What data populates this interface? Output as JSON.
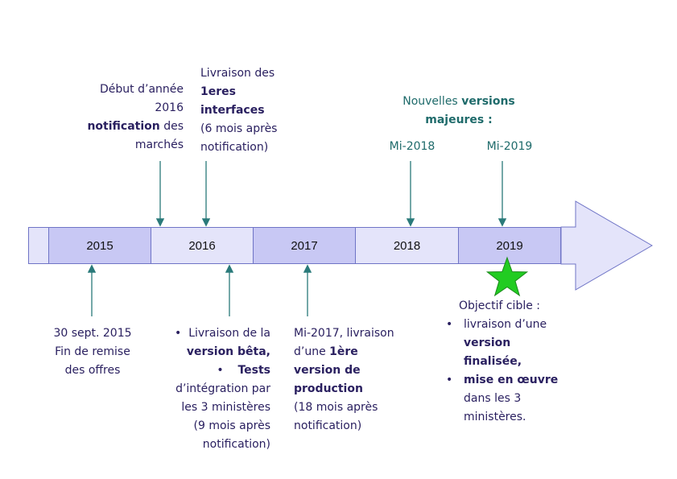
{
  "timeline": {
    "years": [
      "2015",
      "2016",
      "2017",
      "2018",
      "2019"
    ]
  },
  "top": {
    "debut": {
      "l1": "Début d’année",
      "l2": "2016",
      "l3_bold": "notification",
      "l3_rest": " des",
      "l4": "marchés"
    },
    "livraison": {
      "l1": "Livraison des",
      "l2": "1eres",
      "l3": "interfaces",
      "l4": "(6 mois après",
      "l5": "notification)"
    },
    "nouvelles": {
      "l1_a": "Nouvelles ",
      "l1_b": "versions",
      "l2": "majeures :"
    },
    "mi2018": "Mi-2018",
    "mi2019": "Mi-2019"
  },
  "bottom": {
    "sept": {
      "l1": "30 sept. 2015",
      "l2": "Fin de remise",
      "l3": "des offres"
    },
    "beta": {
      "l1": "Livraison de la",
      "l2": "version bêta,",
      "l3": "Tests",
      "l4": "d’intégration par",
      "l5": "les 3 ministères",
      "l6": "(9 mois après",
      "l7": "notification)"
    },
    "mi2017": {
      "l1": "Mi-2017, livraison",
      "l2_a": "d’une ",
      "l2_b": "1ère",
      "l3": "version de",
      "l4": "production",
      "l5": "(18 mois après",
      "l6": "notification)"
    },
    "objectif": {
      "title": "Objectif cible :",
      "i1_l1": "livraison d’une",
      "i1_l2": "version",
      "i1_l3": "finalisée,",
      "i2_l1": "mise en œuvre",
      "i2_l2": "dans les 3",
      "i2_l3": "ministères."
    }
  },
  "colors": {
    "bar_dark": "#c8c8f4",
    "bar_light": "#e4e4fa",
    "arrow_line": "#2a7a7a",
    "star": "#22cc22"
  }
}
